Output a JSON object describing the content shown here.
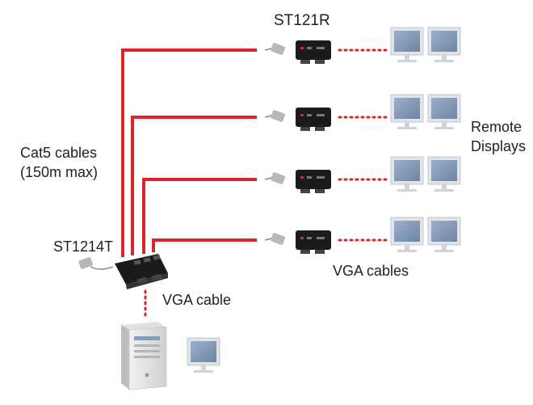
{
  "labels": {
    "receiver_model": "ST121R",
    "transmitter_model": "ST1214T",
    "cat5_line1": "Cat5 cables",
    "cat5_line2": "(150m max)",
    "remote_line1": "Remote",
    "remote_line2": "Displays",
    "vga_cables": "VGA cables",
    "vga_cable": "VGA cable"
  },
  "colors": {
    "cable_red": "#d9262c",
    "device_black": "#1b1b1b",
    "monitor_blue": "#7f95b3",
    "monitor_frame": "#dfe3ea"
  },
  "receivers_count_shown": 4
}
